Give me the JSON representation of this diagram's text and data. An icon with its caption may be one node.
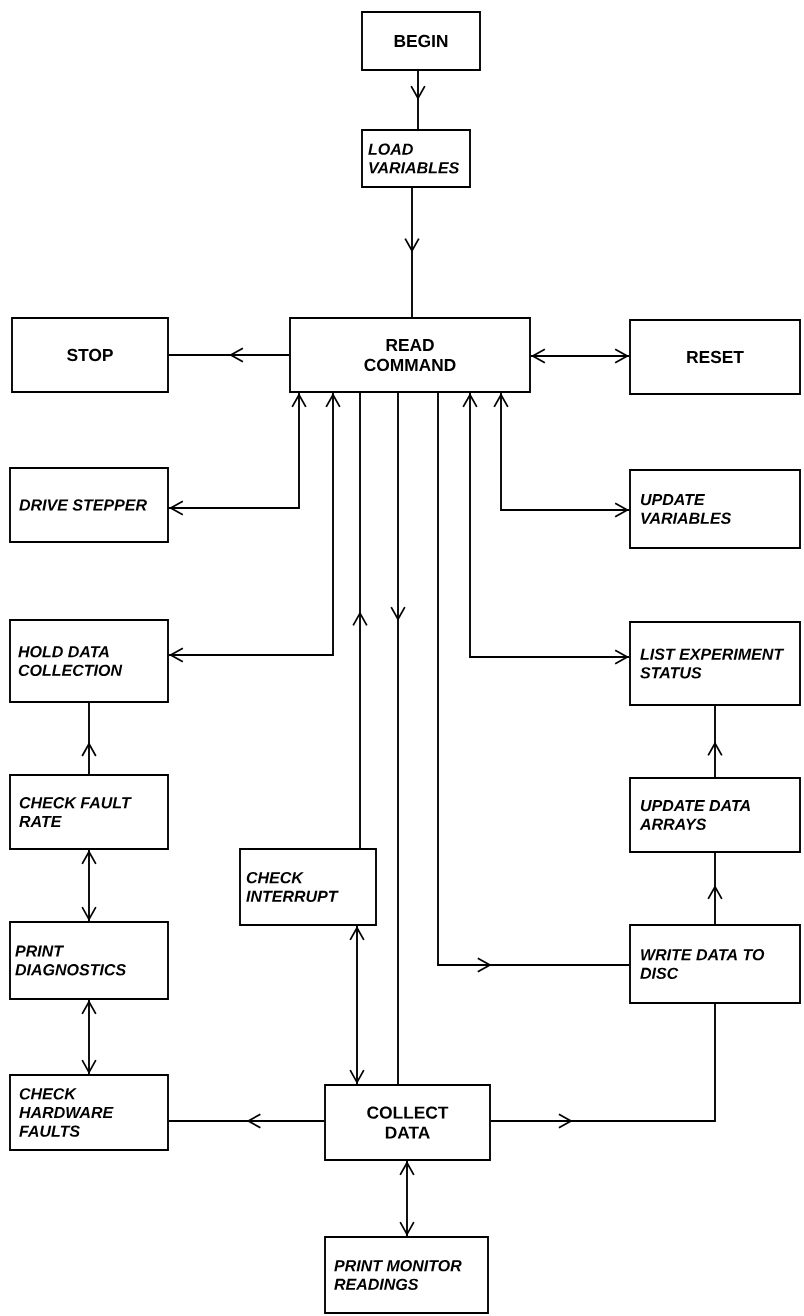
{
  "diagram": {
    "nodes": [
      {
        "text": [
          "BEGIN"
        ]
      },
      {
        "text": [
          "LOAD VARIABLES"
        ]
      },
      {
        "text": [
          "READ COMMAND"
        ]
      },
      {
        "text": [
          "STOP"
        ]
      },
      {
        "text": [
          "RESET"
        ]
      },
      {
        "text": [
          "DRIVE STEPPER"
        ]
      },
      {
        "text": [
          "UPDATE VARIABLES"
        ]
      },
      {
        "text": [
          "HOLD DATA COLLECTION"
        ]
      },
      {
        "text": [
          "LIST EXPERIMENT STATUS"
        ]
      },
      {
        "text": [
          "CHECK FAULT RATE"
        ]
      },
      {
        "text": [
          "UPDATE DATA ARRAYS"
        ]
      },
      {
        "text": [
          "CHECK INTERRUPT"
        ]
      },
      {
        "text": [
          "PRINT DIAGNOSTICS"
        ]
      },
      {
        "text": [
          "WRITE DATA TO DISC"
        ]
      },
      {
        "text": [
          "CHECK HARDWARE FAULTS"
        ]
      },
      {
        "text": [
          "COLLECT DATA"
        ]
      },
      {
        "text": [
          "PRINT MONITOR READINGS"
        ]
      }
    ],
    "edges": [
      {
        "from": 0,
        "to": 1,
        "arrow": "to"
      },
      {
        "from": 1,
        "to": 2,
        "arrow": "to"
      },
      {
        "from": 2,
        "to": 3,
        "arrow": "to"
      },
      {
        "from": 2,
        "to": 4,
        "arrow": "both"
      },
      {
        "from": 2,
        "to": 5,
        "arrow": "both"
      },
      {
        "from": 2,
        "to": 6,
        "arrow": "both"
      },
      {
        "from": 2,
        "to": 7,
        "arrow": "both"
      },
      {
        "from": 2,
        "to": 8,
        "arrow": "both"
      },
      {
        "from": 11,
        "to": 2,
        "arrow": "to"
      },
      {
        "from": 2,
        "to": 15,
        "arrow": "to"
      },
      {
        "from": 2,
        "to": 13,
        "arrow": "to"
      },
      {
        "from": 11,
        "to": 15,
        "arrow": "both"
      },
      {
        "from": 9,
        "to": 7,
        "arrow": "to"
      },
      {
        "from": 9,
        "to": 12,
        "arrow": "both"
      },
      {
        "from": 12,
        "to": 14,
        "arrow": "both"
      },
      {
        "from": 15,
        "to": 14,
        "arrow": "to"
      },
      {
        "from": 15,
        "to": 13,
        "arrow": "to"
      },
      {
        "from": 13,
        "to": 10,
        "arrow": "to"
      },
      {
        "from": 10,
        "to": 8,
        "arrow": "to"
      },
      {
        "from": 15,
        "to": 16,
        "arrow": "both"
      }
    ]
  }
}
